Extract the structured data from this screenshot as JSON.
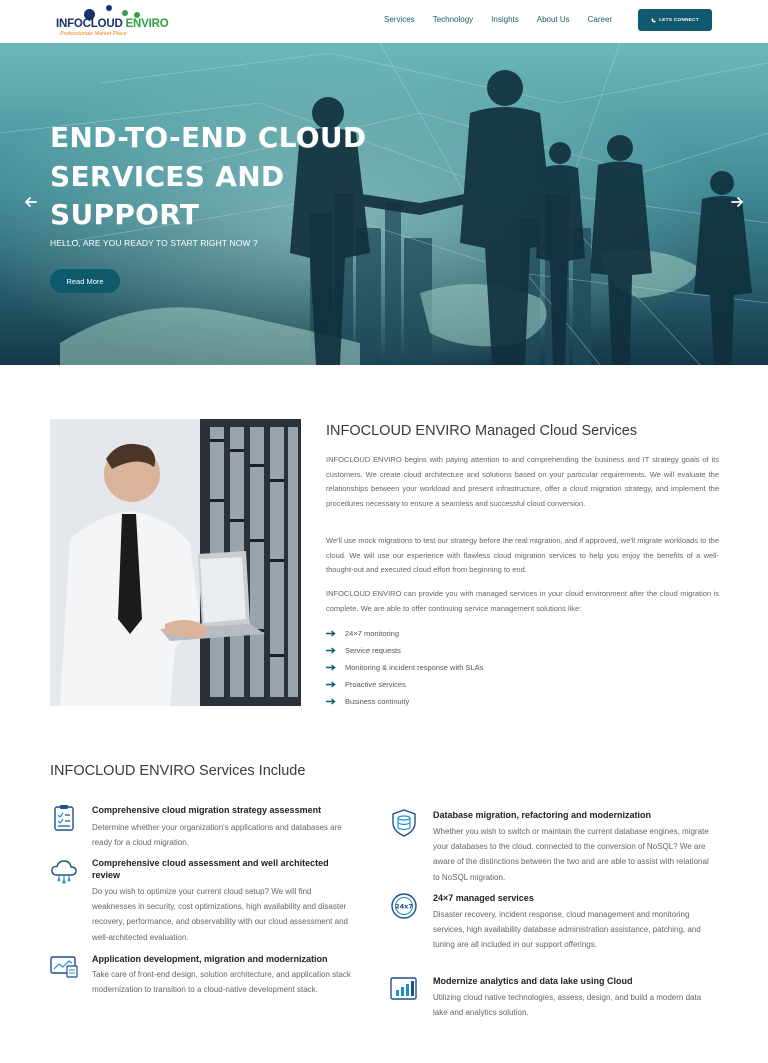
{
  "header": {
    "logo_text_a": "INFOCLOUD",
    "logo_text_b": "ENVIRO",
    "logo_tagline": "Professionals Market Place",
    "nav": [
      "Services",
      "Technology",
      "Insights",
      "About Us",
      "Career"
    ],
    "cta_label": "LETS CONNECT"
  },
  "hero": {
    "title": "END-TO-END CLOUD SERVICES AND SUPPORT",
    "subtitle": "HELLO, ARE YOU READY TO START RIGHT NOW ?",
    "button": "Read More"
  },
  "managed": {
    "title": "INFOCLOUD ENVIRO Managed Cloud Services",
    "p1": "INFOCLOUD ENVIRO begins with paying attention to and comprehending the business and IT strategy goals of its customers. We create cloud architecture and solutions based on your particular requirements. We will evaluate the relationships between your workload and present infrastructure, offer a cloud migration strategy, and implement the procedures necessary to ensure a seamless and successful cloud conversion.",
    "p2": "We'll use mock migrations to test our strategy before the real migration, and if approved, we'll migrate workloads to the cloud. We will use our experience with flawless cloud migration services to help you enjoy the benefits of a well-thought-out and executed cloud effort from beginning to end.",
    "p3": "INFOCLOUD ENVIRO can provide you with managed services in your cloud environment after the cloud migration is complete. We are able to offer continuing service management solutions like:",
    "list": [
      "24×7 monitoring",
      "Service requests",
      "Monitoring & incident response with SLAs",
      "Proactive services",
      "Business continuity"
    ]
  },
  "services": {
    "title": "INFOCLOUD ENVIRO Services Include",
    "items": [
      {
        "title": "Comprehensive cloud migration strategy assessment",
        "desc": "Determine whether your organization's applications and databases are ready for a cloud migration.",
        "icon": "clipboard-checklist-icon"
      },
      {
        "title": "Comprehensive cloud assessment and well architected review",
        "desc": "Do you wish to optimize your current cloud setup? We will find weaknesses in security, cost optimizations, high availability and disaster recovery, performance, and observability with our cloud assessment and well-architected evaluation.",
        "icon": "cloud-network-icon"
      },
      {
        "title": "Application development, migration and modernization",
        "desc": "Take care of front-end design, solution architecture, and application stack modernization to transition to a cloud-native development stack.",
        "icon": "app-dashboard-icon"
      },
      {
        "title": "Database migration, refactoring and modernization",
        "desc": "Whether you wish to switch or maintain the current database engines, migrate your databases to the cloud. connected to the conversion of NoSQL? We are aware of the distinctions between the two and are able to assist with relational to NoSQL migration.",
        "icon": "database-shield-icon"
      },
      {
        "title": "24×7 managed services",
        "desc": "Disaster recovery, incident response, cloud management and monitoring services, high availability database administration assistance, patching, and tuning are all included in our support offerings.",
        "icon": "clock-24-7-icon"
      },
      {
        "title": "Modernize analytics and data lake using Cloud",
        "desc": "Utilizing cloud native technologies, assess, design, and build a modern data lake and analytics solution.",
        "icon": "analytics-chart-icon"
      }
    ]
  },
  "colors": {
    "accent": "#0f5a6e",
    "nav": "#1e5a70",
    "logo_blue": "#1b2f6b",
    "logo_green": "#2fa043"
  }
}
